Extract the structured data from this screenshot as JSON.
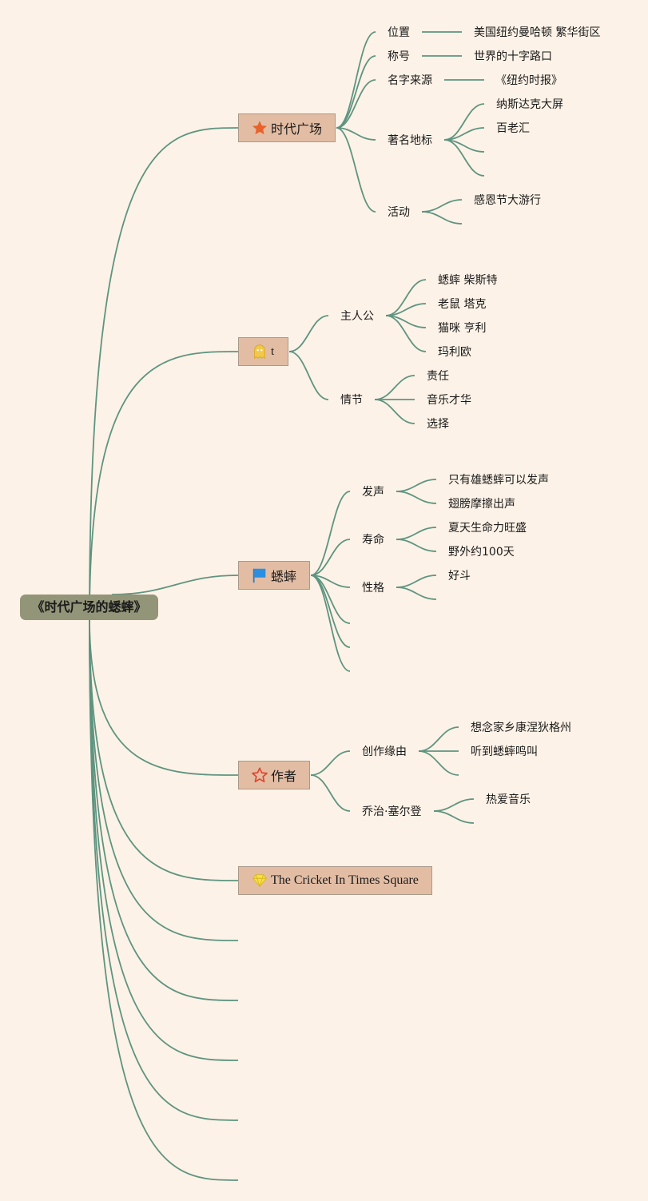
{
  "root": {
    "label": "《时代广场的蟋蟀》"
  },
  "topics": {
    "times_square": {
      "icon": "star-filled-icon",
      "label": "时代广场",
      "location_label": "位置",
      "location_value": "美国纽约曼哈顿 繁华街区",
      "title_label": "称号",
      "title_value": "世界的十字路口",
      "name_source_label": "名字来源",
      "name_source_value": "《纽约时报》",
      "landmarks_label": "著名地标",
      "landmark_1": "纳斯达克大屏",
      "landmark_2": "百老汇",
      "activity_label": "活动",
      "activity_1": "感恩节大游行"
    },
    "t": {
      "icon": "ghost-icon",
      "label": "t",
      "protagonists_label": "主人公",
      "protagonist_1": "蟋蟀 柴斯特",
      "protagonist_2": "老鼠 塔克",
      "protagonist_3": "猫咪 亨利",
      "protagonist_4": "玛利欧",
      "plot_label": "情节",
      "plot_1": "责任",
      "plot_2": "音乐才华",
      "plot_3": "选择"
    },
    "cricket": {
      "icon": "flag-icon",
      "label": "蟋蟀",
      "sound_label": "发声",
      "sound_1": "只有雄蟋蟀可以发声",
      "sound_2": "翅膀摩擦出声",
      "life_label": "寿命",
      "life_1": "夏天生命力旺盛",
      "life_2": "野外约100天",
      "nature_label": "性格",
      "nature_1": "好斗"
    },
    "author": {
      "icon": "star-outline-icon",
      "label": "作者",
      "motivation_label": "创作缘由",
      "motivation_1": "想念家乡康涅狄格州",
      "motivation_2": "听到蟋蟀鸣叫",
      "person_label": "乔治·塞尔登",
      "person_1": "热爱音乐"
    },
    "english": {
      "icon": "diamond-icon",
      "label": "The Cricket In Times Square"
    }
  },
  "colors": {
    "background": "#fdf2e7",
    "root_fill": "#939579",
    "topic_fill": "#e2bda4",
    "connector": "#5e9480"
  }
}
